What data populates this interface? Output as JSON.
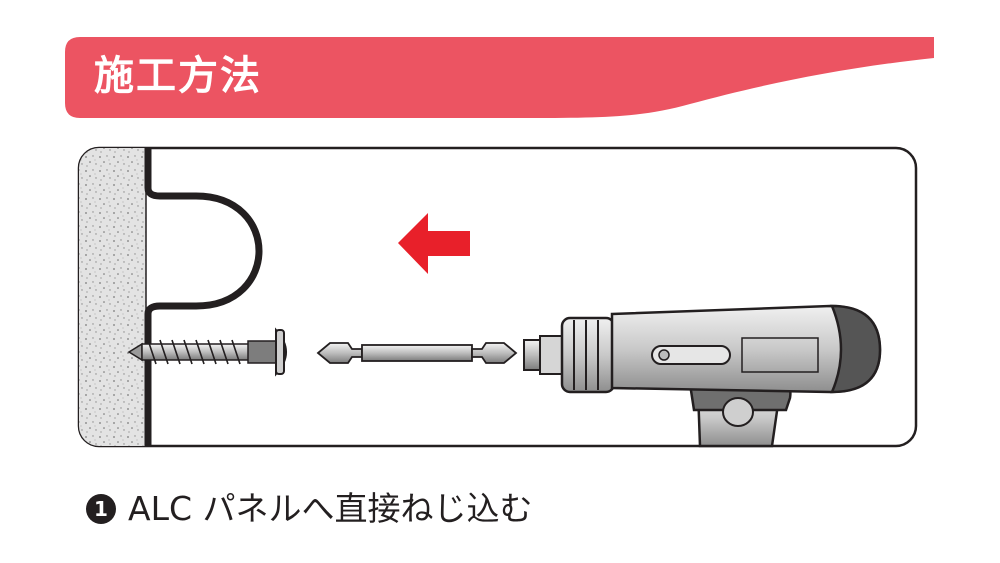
{
  "header": {
    "title": "施工方法",
    "color": "#ec5462"
  },
  "illustration": {
    "arrow_color": "#e8202a",
    "icons": [
      "alc-panel-wall",
      "bracket",
      "screw",
      "driver-bit",
      "cordless-drill",
      "insert-direction-arrow"
    ]
  },
  "step": {
    "number": "1",
    "text": "ALC パネルへ直接ねじ込む"
  }
}
